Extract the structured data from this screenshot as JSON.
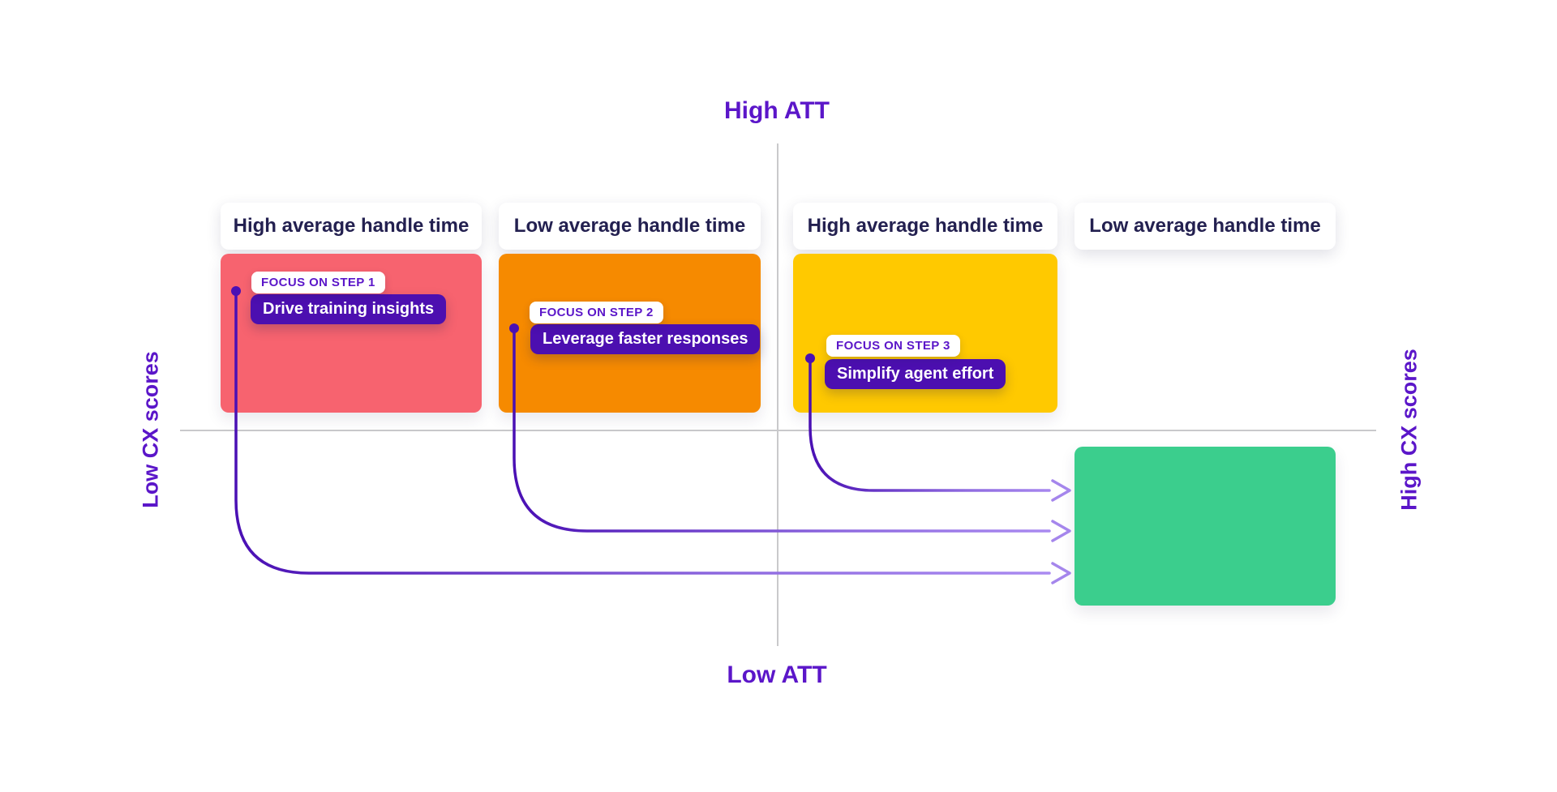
{
  "axes": {
    "top_label": "High ATT",
    "bottom_label": "Low ATT",
    "left_label": "Low CX scores",
    "right_label": "High CX scores"
  },
  "quadrants": [
    {
      "header": "High average handle time",
      "block_color": "#f7636f"
    },
    {
      "header": "Low average handle time",
      "block_color": "#f68a00"
    },
    {
      "header": "High average handle time",
      "block_color": "#ffc900"
    },
    {
      "header": "Low average handle time",
      "block_color": null
    }
  ],
  "target_block": {
    "color": "#3bce8d"
  },
  "steps": [
    {
      "badge": "FOCUS ON STEP 1",
      "label": "Drive training insights"
    },
    {
      "badge": "FOCUS ON STEP 2",
      "label": "Leverage faster responses"
    },
    {
      "badge": "FOCUS ON STEP 3",
      "label": "Simplify agent effort"
    }
  ],
  "colors": {
    "brand_purple": "#5b16c9",
    "pill_bg": "#4c0fb0",
    "header_text": "#232050",
    "axis_gray": "#c9c9cb",
    "line_dark": "#4a10b4",
    "line_mid": "#8f6be0",
    "line_light": "#ac8df2",
    "arrow_light": "#a586ec"
  }
}
